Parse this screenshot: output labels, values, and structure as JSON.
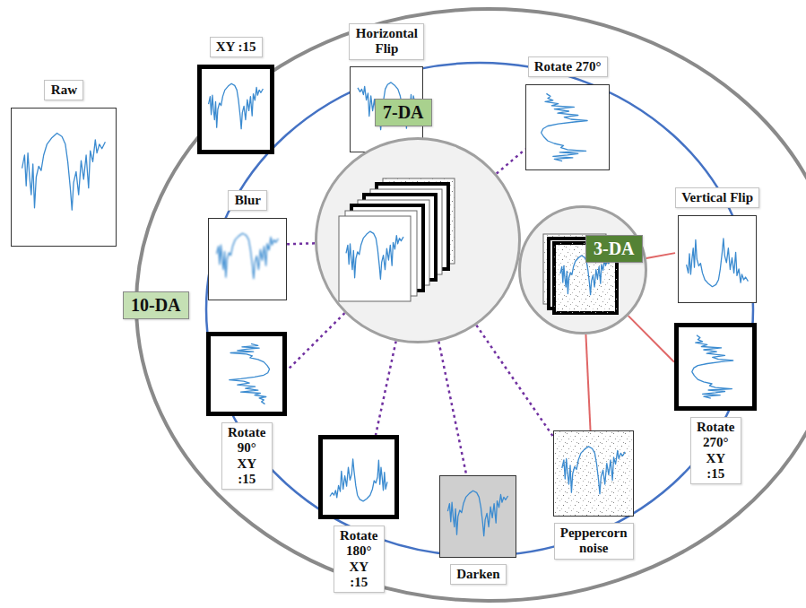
{
  "diagram": {
    "nodes": [
      {
        "text": [
          "Raw"
        ]
      },
      {
        "text": [
          "10-DA"
        ]
      },
      {
        "text": [
          "XY :15"
        ],
        "in": 1
      },
      {
        "text": [
          "Horizontal Flip"
        ],
        "in": 1
      },
      {
        "text": [
          "Rotate 270°"
        ],
        "in": 1
      },
      {
        "text": [
          "Vertical Flip"
        ],
        "in": 1
      },
      {
        "text": [
          "Rotate 270° XY :15"
        ],
        "in": 1
      },
      {
        "text": [
          "Peppercorn noise"
        ],
        "in": 1
      },
      {
        "text": [
          "Darken"
        ],
        "in": 1
      },
      {
        "text": [
          "Rotate 180° XY :15"
        ],
        "in": 1
      },
      {
        "text": [
          "Rotate 90° XY :15"
        ],
        "in": 1
      },
      {
        "text": [
          "Blur"
        ],
        "in": 1
      },
      {
        "text": [
          "7-DA"
        ],
        "in": 1
      },
      {
        "text": [
          "3-DA"
        ],
        "in": 1
      }
    ],
    "edges": [
      {
        "from": 12,
        "to": 3,
        "arrow": "none"
      },
      {
        "from": 12,
        "to": 4,
        "arrow": "none"
      },
      {
        "from": 12,
        "to": 11,
        "arrow": "none"
      },
      {
        "from": 12,
        "to": 10,
        "arrow": "none"
      },
      {
        "from": 12,
        "to": 9,
        "arrow": "none"
      },
      {
        "from": 12,
        "to": 8,
        "arrow": "none"
      },
      {
        "from": 12,
        "to": 7,
        "arrow": "none"
      },
      {
        "from": 13,
        "to": 5,
        "arrow": "none"
      },
      {
        "from": 13,
        "to": 6,
        "arrow": "none"
      },
      {
        "from": 13,
        "to": 7,
        "arrow": "none"
      }
    ]
  }
}
